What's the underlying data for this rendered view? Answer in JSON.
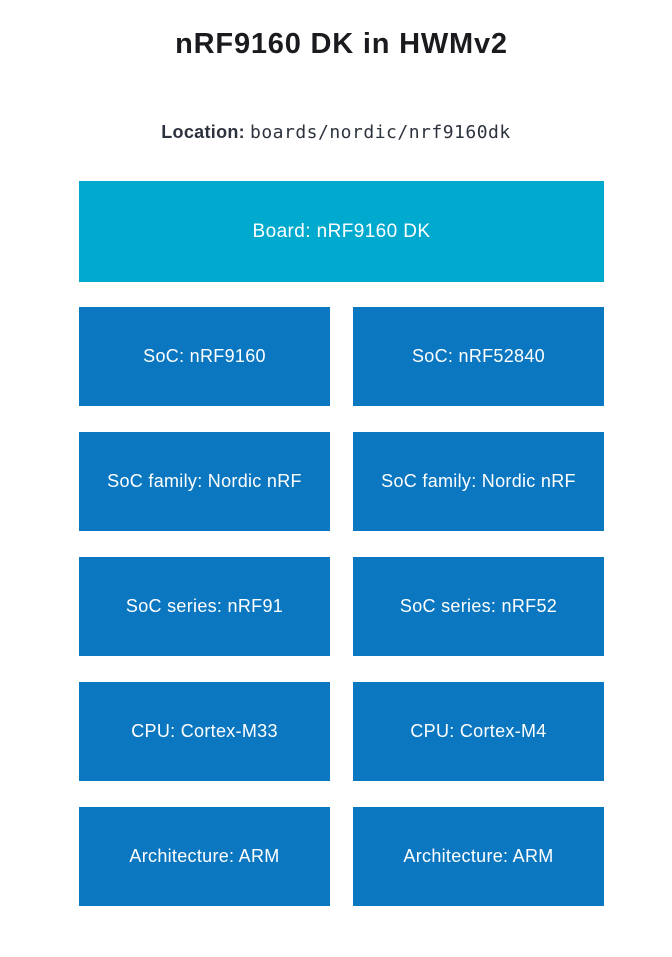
{
  "header": {
    "title": "nRF9160 DK in HWMv2"
  },
  "location": {
    "label": "Location:",
    "path": "boards/nordic/nrf9160dk"
  },
  "diagram": {
    "board": {
      "label": "Board: nRF9160 DK"
    },
    "rows": [
      {
        "left": "SoC: nRF9160",
        "right": "SoC: nRF52840"
      },
      {
        "left": "SoC family: Nordic nRF",
        "right": "SoC family: Nordic nRF"
      },
      {
        "left": "SoC series: nRF91",
        "right": "SoC series: nRF52"
      },
      {
        "left": "CPU: Cortex-M33",
        "right": "CPU: Cortex-M4"
      },
      {
        "left": "Architecture: ARM",
        "right": "Architecture: ARM"
      }
    ]
  },
  "colors": {
    "board_fill": "#00a9ce",
    "box_fill": "#0b77c0",
    "box_text": "#ffffff",
    "title_text": "#1a1a1f",
    "location_text": "#2d333e"
  }
}
